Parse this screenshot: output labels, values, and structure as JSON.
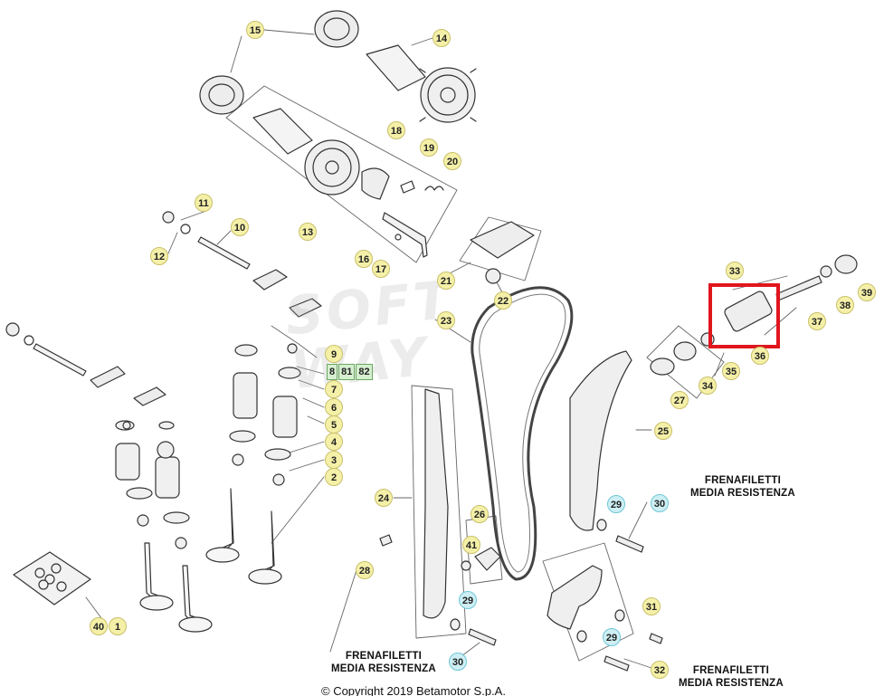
{
  "watermark_line1": "SOFT",
  "watermark_line2": "WAY",
  "copyright": "© Copyright 2019 Betamotor S.p.A.",
  "notes": {
    "frena_1_line1": "FRENAFILETTI",
    "frena_1_line2": "MEDIA RESISTENZA",
    "frena_2_line1": "FRENAFILETTI",
    "frena_2_line2": "MEDIA RESISTENZA",
    "frena_3_line1": "FRENAFILETTI",
    "frena_3_line2": "MEDIA RESISTENZA"
  },
  "callouts": {
    "c15": "15",
    "c14": "14",
    "c18": "18",
    "c19": "19",
    "c20": "20",
    "c13": "13",
    "c11": "11",
    "c10": "10",
    "c12": "12",
    "c16": "16",
    "c17": "17",
    "c21": "21",
    "c22": "22",
    "c23": "23",
    "c33": "33",
    "c39": "39",
    "c38": "38",
    "c37": "37",
    "c36": "36",
    "c35": "35",
    "c34": "34",
    "c27": "27",
    "c25": "25",
    "c9": "9",
    "c7": "7",
    "c6": "6",
    "c5": "5",
    "c4": "4",
    "c3": "3",
    "c2": "2",
    "c24": "24",
    "c26": "26",
    "c41": "41",
    "c28": "28",
    "c29a": "29",
    "c29b": "29",
    "c29c": "29",
    "c30a": "30",
    "c30b": "30",
    "c31": "31",
    "c32": "32",
    "c40": "40",
    "c1": "1"
  },
  "squares": {
    "s8": "8",
    "s81": "81",
    "s82": "82"
  },
  "colors": {
    "callout": "#f5f0a8",
    "teal_callout": "#cdeff4",
    "square": "#d6efd0",
    "highlight": "#e0161d"
  }
}
